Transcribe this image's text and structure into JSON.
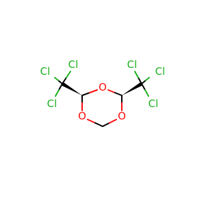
{
  "molecule": {
    "atoms": {
      "o_top": "O",
      "o_left": "O",
      "o_right": "O",
      "cl_left_1": "Cl",
      "cl_left_2": "Cl",
      "cl_left_3": "Cl",
      "cl_right_1": "Cl",
      "cl_right_2": "Cl",
      "cl_right_3": "Cl"
    },
    "colors": {
      "carbon_bond": "#000000",
      "oxygen": "#ff0d0d",
      "chlorine": "#1fb01f"
    }
  }
}
